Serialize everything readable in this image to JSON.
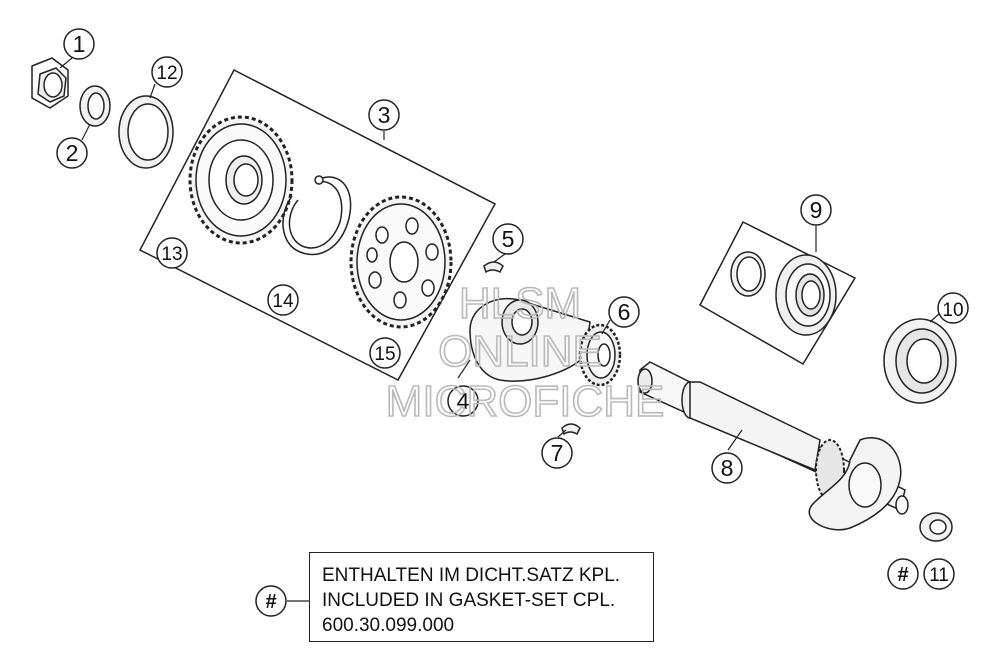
{
  "callouts": [
    "1",
    "2",
    "3",
    "4",
    "5",
    "6",
    "7",
    "8",
    "9",
    "10",
    "11",
    "12",
    "13",
    "14",
    "15"
  ],
  "hash_symbol": "#",
  "note": {
    "line1": "ENTHALTEN IM DICHT.SATZ KPL.",
    "line2": "INCLUDED IN GASKET-SET CPL.",
    "line3": "600.30.099.000"
  },
  "watermark": {
    "line1": "HLSM",
    "line2": "ONLINE",
    "line3": "MICROFICHE"
  }
}
